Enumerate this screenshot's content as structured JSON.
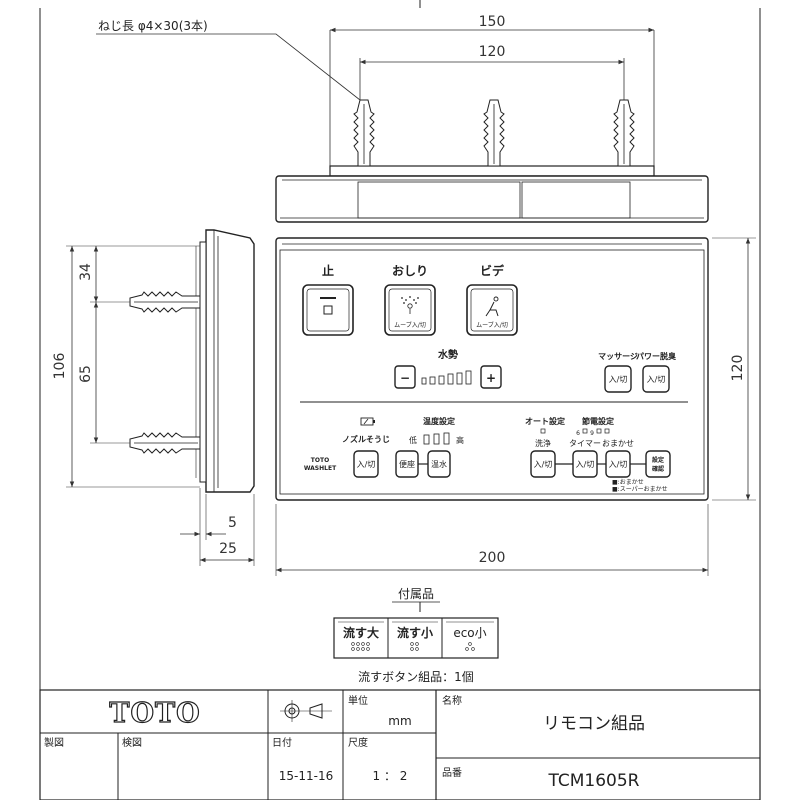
{
  "screw_note": "ねじ長 φ4×30(3本)",
  "dimensions": {
    "top_outer": "150",
    "top_inner": "120",
    "side_upper": "34",
    "side_height": "106",
    "side_pitch": "65",
    "side_thin": "5",
    "side_depth": "25",
    "front_width": "200",
    "front_height": "120"
  },
  "panel": {
    "stop": "止",
    "oshiri": "おしり",
    "bidet": "ビデ",
    "move_small": "ムーブ入/切",
    "water_force": "水勢",
    "minus": "−",
    "plus": "+",
    "massage": "マッサージ",
    "power_deodor": "パワー脱臭",
    "on_off": "入/切",
    "nozzle_clean": "ノズルそうじ",
    "temp_setting": "温度設定",
    "low": "低",
    "high": "高",
    "seat": "便座",
    "warm_water": "温水",
    "auto_setting": "オート設定",
    "power_save_setting": "節電設定",
    "wash": "洗浄",
    "timer": "タイマー",
    "omakase": "おまかせ",
    "six": "6",
    "nine": "9",
    "setting_confirm_1": "設定",
    "setting_confirm_2": "確認",
    "note1": "■:おまかせ",
    "note2": "■:スーパーおまかせ",
    "brand_top": "TOTO",
    "brand_bottom": "WASHLET"
  },
  "accessories": {
    "title": "付属品",
    "btn_large": "流す大",
    "btn_small": "流す小",
    "btn_eco": "eco小",
    "caption": "流すボタン組品：1個"
  },
  "title_block": {
    "logo": "TOTO",
    "unit_label": "単位",
    "unit_value": "mm",
    "name_label": "名称",
    "name_value": "リモコン組品",
    "drawn_label": "製図",
    "checked_label": "検図",
    "date_label": "日付",
    "date_value": "15-11-16",
    "scale_label": "尺度",
    "scale_value": "1 ： 2",
    "partno_label": "品番",
    "partno_value": "TCM1605R"
  }
}
